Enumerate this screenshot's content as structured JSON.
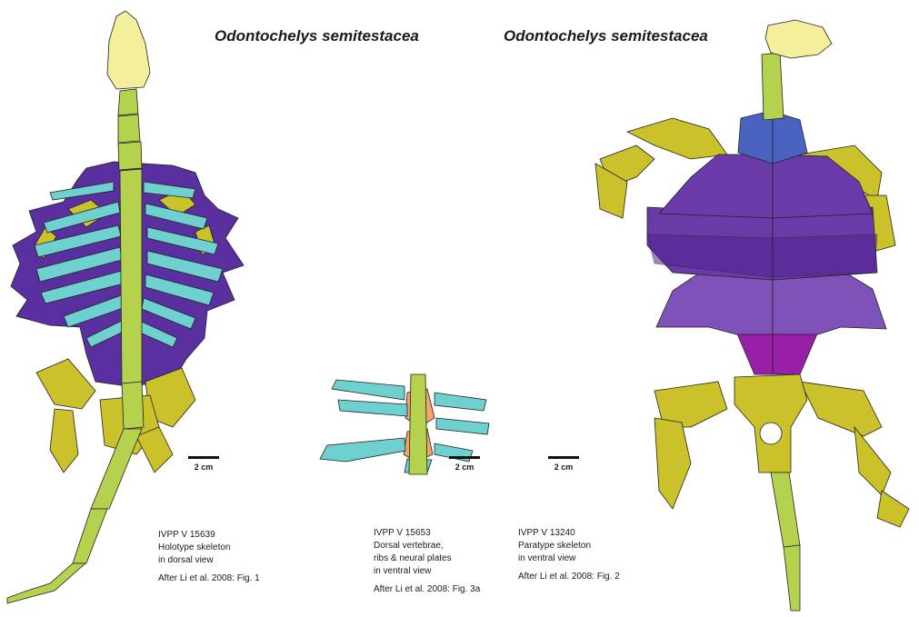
{
  "titles": {
    "left": "Odontochelys semitestacea",
    "right": "Odontochelys semitestacea"
  },
  "scale_label": "2 cm",
  "captions": {
    "holotype": {
      "line1": "IVPP V 15639",
      "line2": "Holotype skeleton",
      "line3": "in dorsal view",
      "ref": "After Li et al. 2008:  Fig. 1"
    },
    "dorsal": {
      "line1": "IVPP V 15653",
      "line2": "Dorsal vertebrae,",
      "line3": "ribs & neural plates",
      "line4": "in ventral view",
      "ref": "After Li et al. 2008:  Fig. 3a"
    },
    "paratype": {
      "line1": "IVPP V  13240",
      "line2": "Paratype skeleton",
      "line3": "in ventral view",
      "ref": "After Li et al. 2008:  Fig. 2"
    }
  },
  "colors": {
    "skull": "#f3ef9a",
    "vertebra": "#b4d24e",
    "limb": "#cbc12a",
    "rib": "#6fd0d0",
    "carapace": "#5a2fa0",
    "neural": "#f2a56a",
    "epiplastron": "#4b63c0",
    "hyoplastron": "#6a3aa8",
    "hypoplastron": "#7e52b8",
    "xiphiplastron": "#9a1fa8",
    "plastron_dark": "#4f2392"
  }
}
